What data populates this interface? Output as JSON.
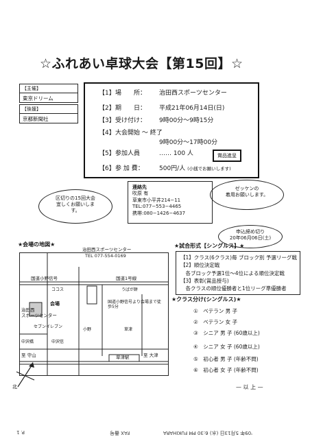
{
  "title": "☆ふれあい卓球大会【第15回】☆",
  "organizer": {
    "sponsor_label": "【主催】",
    "sponsor": "東京ドリーム",
    "support_label": "【後援】",
    "supporter": "京都新聞社"
  },
  "details": [
    {
      "num": "【1】",
      "label": "場　　所：",
      "value": "治田西スポーツセンター"
    },
    {
      "num": "【2】",
      "label": "期　　日：",
      "value": "平成21年06月14日(日)"
    },
    {
      "num": "【3】",
      "label": "受け付け：",
      "value": "9時00分〜9時15分"
    },
    {
      "num": "【4】",
      "label": "大会開始 〜 終了",
      "value": "9時00分〜17時00分"
    },
    {
      "num": "【5】",
      "label": "参加人員",
      "value": "‥‥‥ 100 人"
    },
    {
      "num": "【6】",
      "label": "参 加 費：",
      "value": "500円/人",
      "note": "(小銭でお願いします)"
    }
  ],
  "prize": "賞品進呈",
  "bubble_left": [
    "区切りの15回大会",
    "宜しくお願いしま",
    "す。"
  ],
  "bubble_right": [
    "ゼッケンの",
    "着用お願いします。"
  ],
  "contact": {
    "label": "連絡先",
    "name": "吹原 有",
    "address": "草東市小平井214−11",
    "tel": "TEL:077−553−4465",
    "mobile": "携帯:080−1426−4637"
  },
  "deadline": [
    "申込締め切り",
    "20年06月06日(土)"
  ],
  "map": {
    "heading": "★会場の地図★",
    "venue_name": "治田西スポーツセンター",
    "venue_tel": "TEL 077-554-0169",
    "labels": {
      "kokudo_ono": "国道小野信号",
      "kokudo1": "国道1号線",
      "coco": "ココス",
      "uranai": "うばが餅",
      "venue": "会場",
      "haruta": "治田西",
      "sports_center": "スポーツセンター",
      "seven": "セブンイレブン",
      "kokudo_note": "国道小野信号より会場まで徒歩5分",
      "nakasaki": "中沢橋",
      "nakasaki2": "中沢信",
      "koyama": "小野",
      "kusatsu": "草津",
      "moriyama": "至 守山",
      "otsu": "至 大津",
      "station": "草津駅",
      "north": "北"
    }
  },
  "rules": {
    "heading": "★試合形式【シングルス】★",
    "items": [
      "【1】クラス(6クラス)毎 ブロック別 予選リーグ戦",
      "【2】順位決定戦",
      "　各ブロック予選1位〜4位による順位決定戦",
      "【3】表彰(賞品授与)",
      "　各クラスの順位優勝者と1位リーグ準優勝者"
    ]
  },
  "class_heading": "★クラス分け(シングルス)★",
  "classes": [
    {
      "no": "①",
      "name": "ベテラン 男 子"
    },
    {
      "no": "②",
      "name": "ベテラン 女 子"
    },
    {
      "no": "③",
      "name": "シニア 男 子 (60歳以上)"
    },
    {
      "no": "④",
      "name": "シニア 女 子 (60歳以上)"
    },
    {
      "no": "⑤",
      "name": "初心者 男 子 (年齢不問)"
    },
    {
      "no": "⑥",
      "name": "初心者 女 子 (年齢不問)"
    }
  ],
  "closing": "— 以 上 —",
  "footer": {
    "fax": "FAX 番号",
    "page": "P. 1",
    "stamp": "'09年 5月13日 (水) 6:30 PM FUKIHARA"
  }
}
